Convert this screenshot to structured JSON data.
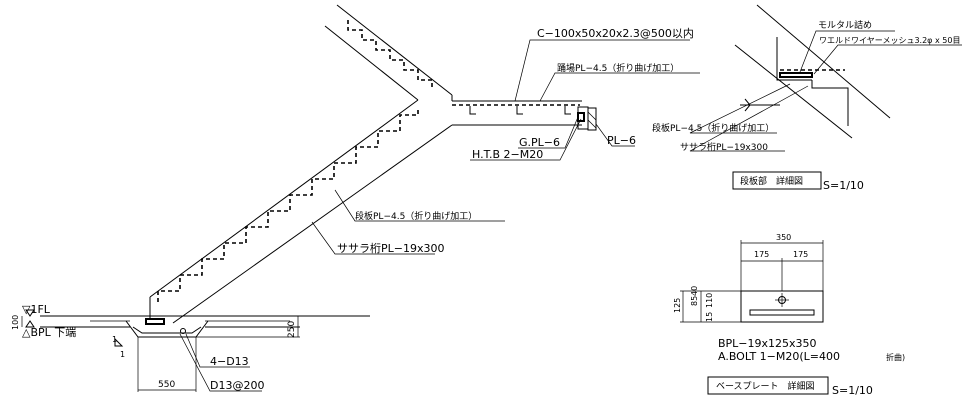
{
  "stair_section": {
    "callouts": {
      "channel": "C−100x50x20x2.3@500以内",
      "landing_plate": "踊場PL−4.5（折り曲げ加工）",
      "gusset": "G.PL−6",
      "htb": "H.T.B 2−M20",
      "pl6": "PL−6",
      "tread_plate": "段板PL−4.5（折り曲げ加工）",
      "stringer": "ササラ桁PL−19x300"
    },
    "levels": {
      "fl": "▽1FL",
      "bpl": "△BPL 下端",
      "h100": "100"
    },
    "foundation": {
      "rebar1": "4−D13",
      "rebar2": "D13@200",
      "d250": "250",
      "d550": "550",
      "slope": "1"
    }
  },
  "tread_detail": {
    "mortar": "モルタル詰め",
    "wire_mesh": "ワエルドワイヤーメッシュ3.2φ x 50目",
    "tread_plate": "段板PL−4.5（折り曲げ加工）",
    "stringer": "ササラ桁PL−19x300",
    "title": "段板部　詳細図",
    "scale": "S=1/10"
  },
  "base_plate_detail": {
    "dims": {
      "total": "350",
      "half_left": "175",
      "half_right": "175",
      "h125": "125",
      "h85": "85",
      "h40": "40",
      "h110": "110",
      "h15": "15"
    },
    "spec1": "BPL−19x125x350",
    "spec2": "A.BOLT 1−M20(L=400",
    "spec2_note": "折曲)",
    "title": "ベースプレート　詳細図",
    "scale": "S=1/10"
  }
}
